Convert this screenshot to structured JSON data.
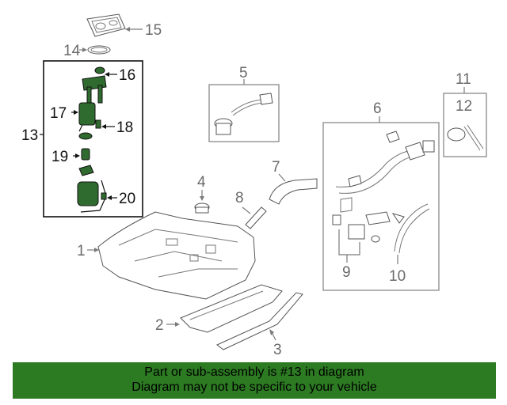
{
  "callouts": {
    "c1": "1",
    "c2": "2",
    "c3": "3",
    "c4": "4",
    "c5": "5",
    "c6": "6",
    "c7": "7",
    "c8": "8",
    "c9": "9",
    "c10": "10",
    "c11": "11",
    "c12": "12",
    "c13": "13",
    "c14": "14",
    "c15": "15",
    "c16": "16",
    "c17": "17",
    "c18": "18",
    "c19": "19",
    "c20": "20"
  },
  "banner": {
    "line1": "Part or sub-assembly is #13 in diagram",
    "line2": "Diagram may not be specific to your vehicle",
    "color": "#2c7a22"
  }
}
